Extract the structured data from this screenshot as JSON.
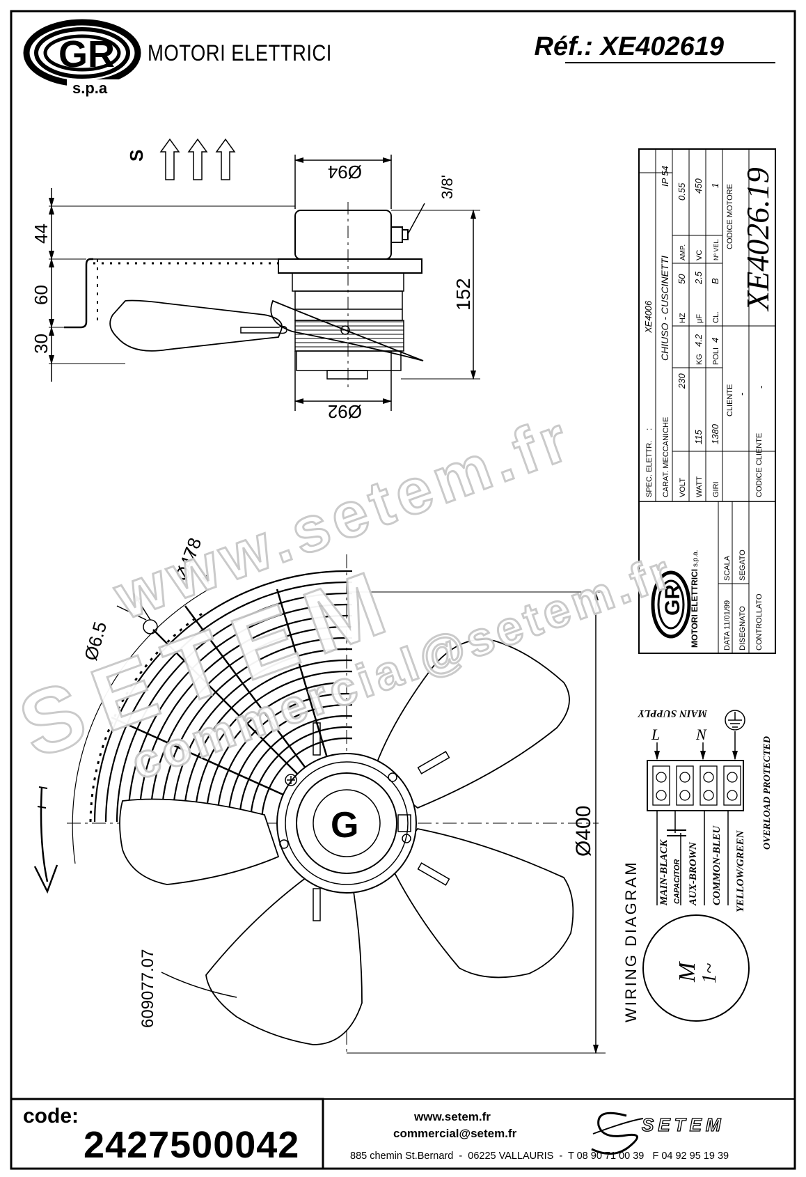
{
  "header": {
    "brand_name": "MOTORI ELETTRICI",
    "logo_text": "GR",
    "logo_sub": "s.p.a",
    "reference": "Réf.: XE402619"
  },
  "side_view": {
    "airflow_label": "S",
    "dim_top_diameter": "Ø94",
    "dim_bottom_diameter": "Ø92",
    "dim_thread": "3/8'",
    "dim_height_44": "44",
    "dim_height_60": "60",
    "dim_height_30": "30",
    "dim_total_152": "152"
  },
  "front_view": {
    "dim_guard_diameter": "Ø478",
    "dim_hole": "Ø6.5",
    "dim_blade_diameter": "Ø400",
    "part_number": "609077.07"
  },
  "title_block": {
    "spec_label": "SPEC. ELETTR.",
    "spec_sep": ":",
    "spec_value": "XE4006",
    "mech_label": "CARAT. MECCANICHE",
    "mech_value": "CHIUSO - CUSCINETTI",
    "ip": "IP 54",
    "volt_label": "VOLT",
    "volt": "230",
    "hz_label": "HZ",
    "hz": "50",
    "amp_label": "AMP.",
    "amp": "0.55",
    "watt_label": "WATT",
    "watt": "115",
    "kg_label": "KG",
    "kg": "4.2",
    "uf_label": "μF",
    "uf": "2.5",
    "vc_label": "VC",
    "vc": "450",
    "giri_label": "GIRI",
    "giri": "1380",
    "poli_label": "POLI",
    "poli": "4",
    "cl_label": "CL.",
    "cl": "B",
    "vel_label": "Nº VEL.",
    "vel": "1",
    "cliente_label": "CLIENTE",
    "cliente_value": "-",
    "codice_motore_label": "CODICE MOTORE",
    "codice_motore": "XE4026.19",
    "codice_cliente_label": "CODICE CLIENTE",
    "codice_cliente_value": "-",
    "data_label": "DATA 11/01/99",
    "scala_label": "SCALA",
    "disegnato_label": "DISEGNATO",
    "segato_label": "SEGATO",
    "controllato_label": "CONTROLLATO",
    "mini_logo_brand": "MOTORI ELETTRICI",
    "mini_logo_spa": "s.p.a."
  },
  "wiring": {
    "title": "WIRING DIAGRAM",
    "main_supply": "MAIN SUPPLY",
    "term_L": "L",
    "term_N": "N",
    "wire_1": "MAIN-BLACK",
    "wire_cap": "CAPACITOR",
    "wire_2": "AUX-BROWN",
    "wire_3": "COMMON-BLEU",
    "wire_4": "YELLOW/GREEN",
    "overload": "OVERLOAD PROTECTED",
    "motor_m": "M",
    "motor_phase": "1~"
  },
  "watermark": {
    "url": "www.setem.fr",
    "brand": "SETEM",
    "email": "commercial@setem.fr"
  },
  "footer": {
    "code_label": "code:",
    "code_value": "2427500042",
    "web": "www.setem.fr",
    "email": "commercial@setem.fr",
    "address": "885 chemin St.Bernard  -  06225 VALLAURIS  -  T 08 90 71 00 39   F 04 92 95 19 39",
    "setem_brand": "SETEM"
  }
}
